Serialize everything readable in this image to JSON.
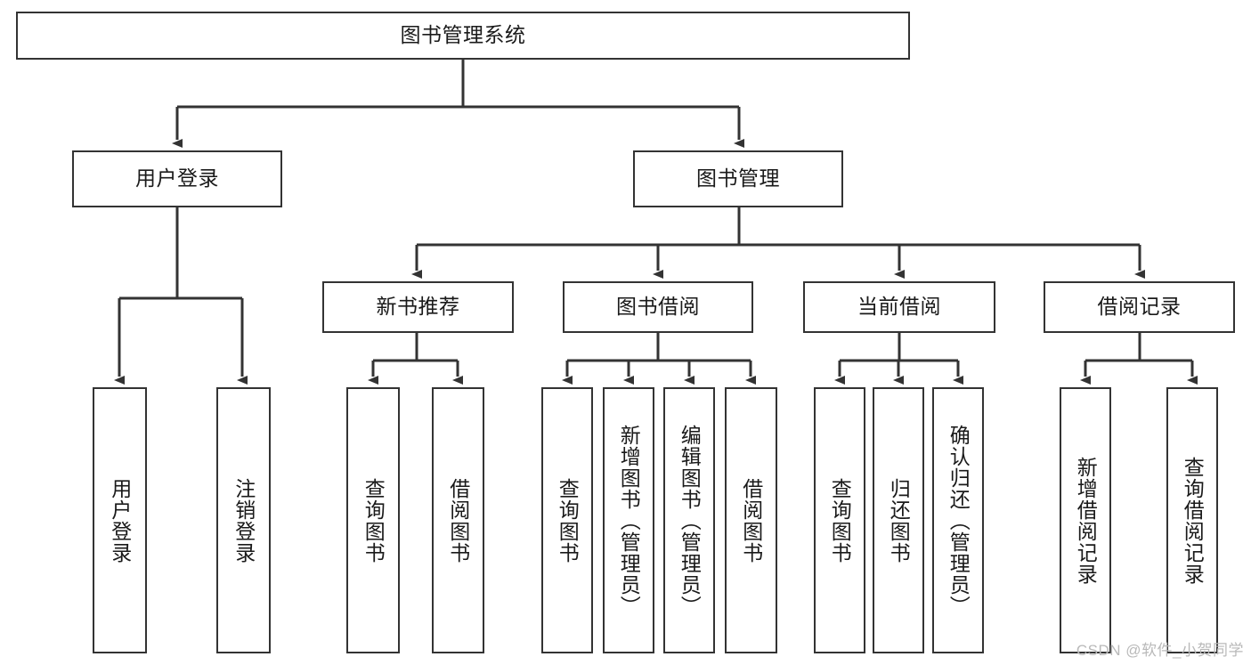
{
  "diagram": {
    "type": "hierarchy-tree",
    "title_node": {
      "label": "图书管理系统"
    },
    "level2": [
      {
        "label": "用户登录"
      },
      {
        "label": "图书管理"
      }
    ],
    "level3": [
      {
        "label": "新书推荐"
      },
      {
        "label": "图书借阅"
      },
      {
        "label": "当前借阅"
      },
      {
        "label": "借阅记录"
      }
    ],
    "leaves": {
      "user_login": [
        {
          "label": "用户登录"
        },
        {
          "label": "注销登录"
        }
      ],
      "new_book_recommend": [
        {
          "label": "查询图书"
        },
        {
          "label": "借阅图书"
        }
      ],
      "book_borrow": [
        {
          "label": "查询图书"
        },
        {
          "label": "新增图书（管理员）"
        },
        {
          "label": "编辑图书（管理员）"
        },
        {
          "label": "借阅图书"
        }
      ],
      "current_borrow": [
        {
          "label": "查询图书"
        },
        {
          "label": "归还图书"
        },
        {
          "label": "确认归还（管理员）"
        }
      ],
      "borrow_record": [
        {
          "label": "新增借阅记录"
        },
        {
          "label": "查询借阅记录"
        }
      ]
    }
  },
  "watermark": {
    "text": "CSDN @软件_小贺同学"
  },
  "colors": {
    "line": "#333333",
    "box_border": "#333333",
    "box_fill": "#ffffff",
    "text": "#1a1a1a",
    "watermark": "#b9b9b9",
    "background": "#ffffff"
  }
}
